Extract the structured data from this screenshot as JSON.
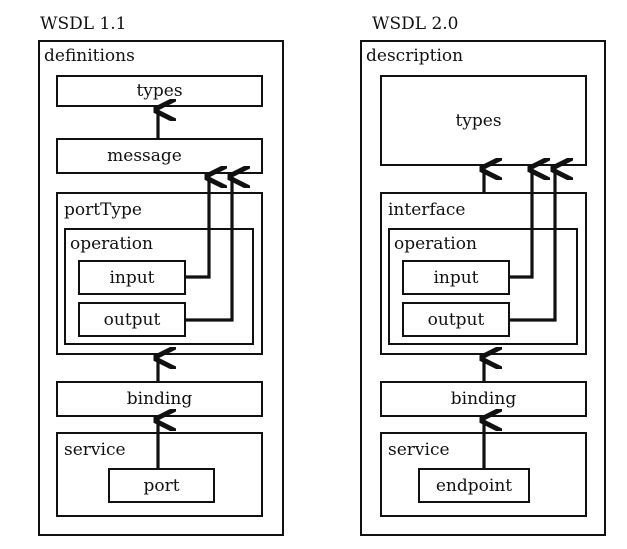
{
  "left": {
    "title": "WSDL 1.1",
    "outer_label": "definitions",
    "types": "types",
    "message": "message",
    "container_label": "portType",
    "operation": "operation",
    "input": "input",
    "output": "output",
    "binding": "binding",
    "service": "service",
    "endpoint": "port"
  },
  "right": {
    "title": "WSDL 2.0",
    "outer_label": "description",
    "types": "types",
    "container_label": "interface",
    "operation": "operation",
    "input": "input",
    "output": "output",
    "binding": "binding",
    "service": "service",
    "endpoint": "endpoint"
  },
  "colors": {
    "stroke": "#111111",
    "background": "#ffffff"
  }
}
